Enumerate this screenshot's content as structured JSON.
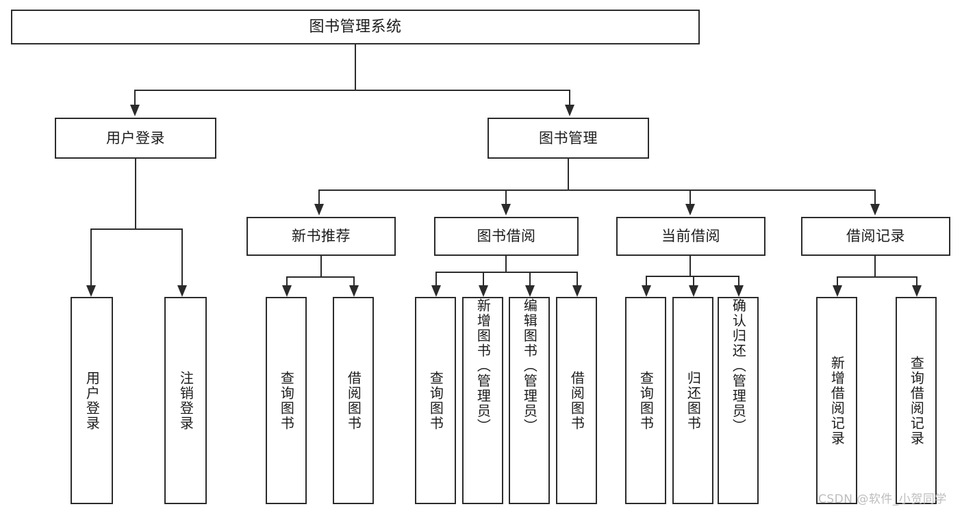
{
  "diagram": {
    "title": "图书管理系统",
    "type": "功能结构图",
    "watermark": "CSDN @软件_小贺同学",
    "colors": {
      "box_border": "#2b2b2b",
      "box_fill": "#ffffff",
      "connector": "#2b2b2b",
      "text": "#1c1c1c",
      "watermark": "#bdbdbd",
      "background": "#ffffff"
    }
  },
  "nodes": {
    "root": {
      "label": "图书管理系统"
    },
    "level2": [
      {
        "label": "用户登录"
      },
      {
        "label": "图书管理"
      }
    ],
    "level3": [
      {
        "label": "新书推荐"
      },
      {
        "label": "图书借阅"
      },
      {
        "label": "当前借阅"
      },
      {
        "label": "借阅记录"
      }
    ],
    "leaves": [
      {
        "label": "用户登录",
        "parent": "用户登录"
      },
      {
        "label": "注销登录",
        "parent": "用户登录"
      },
      {
        "label": "查询图书",
        "parent": "新书推荐"
      },
      {
        "label": "借阅图书",
        "parent": "新书推荐"
      },
      {
        "label": "查询图书",
        "parent": "图书借阅"
      },
      {
        "label": "新增图书（管理员）",
        "parent": "图书借阅"
      },
      {
        "label": "编辑图书（管理员）",
        "parent": "图书借阅"
      },
      {
        "label": "借阅图书",
        "parent": "图书借阅"
      },
      {
        "label": "查询图书",
        "parent": "当前借阅"
      },
      {
        "label": "归还图书",
        "parent": "当前借阅"
      },
      {
        "label": "确认归还（管理员）",
        "parent": "当前借阅"
      },
      {
        "label": "新增借阅记录",
        "parent": "借阅记录"
      },
      {
        "label": "查询借阅记录",
        "parent": "借阅记录"
      }
    ]
  }
}
